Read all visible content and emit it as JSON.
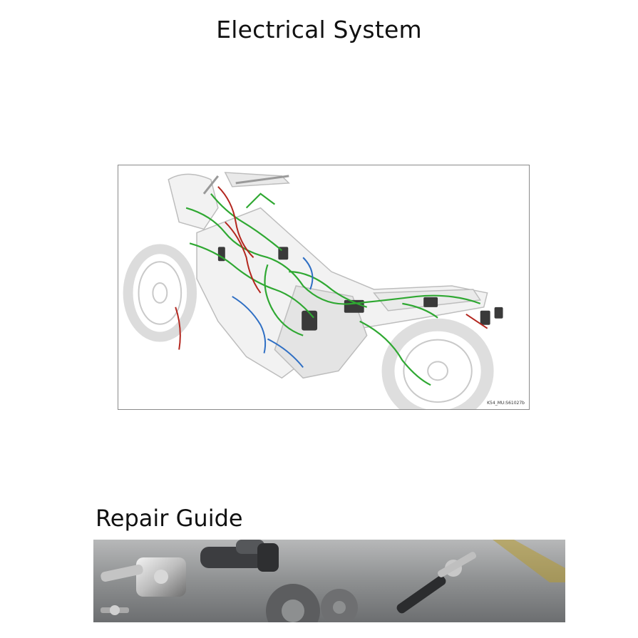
{
  "page": {
    "title": "Electrical System"
  },
  "diagram": {
    "code": "K54_MU:S61027b",
    "accent_colors": {
      "wire_green": "#2fa832",
      "wire_red": "#b3261e",
      "wire_blue": "#2f6fc4"
    }
  },
  "repair_section": {
    "title": "Repair Guide"
  }
}
